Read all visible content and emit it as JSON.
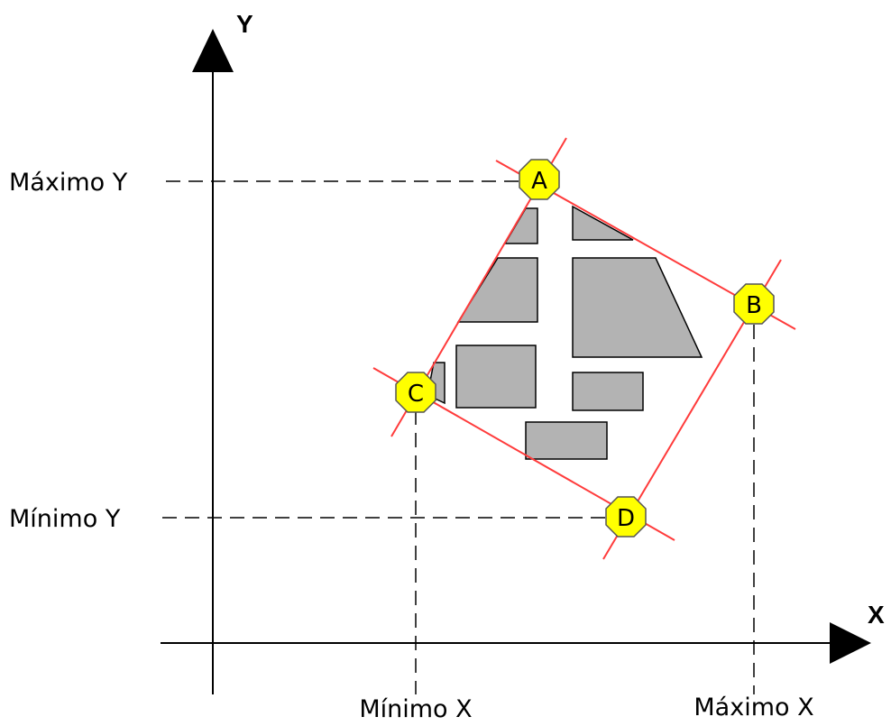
{
  "axes": {
    "x_label": "X",
    "y_label": "Y"
  },
  "bounds": {
    "max_y": "Máximo Y",
    "min_y": "Mínimo Y",
    "min_x": "Mínimo X",
    "max_x": "Máximo X"
  },
  "points": {
    "a": "A",
    "b": "B",
    "c": "C",
    "d": "D"
  },
  "colors": {
    "bounding_lines": "#ff3b3b",
    "blocks": "#b3b3b3",
    "point_fill": "#ffff00",
    "point_stroke": "#555555",
    "axes": "#000000"
  }
}
